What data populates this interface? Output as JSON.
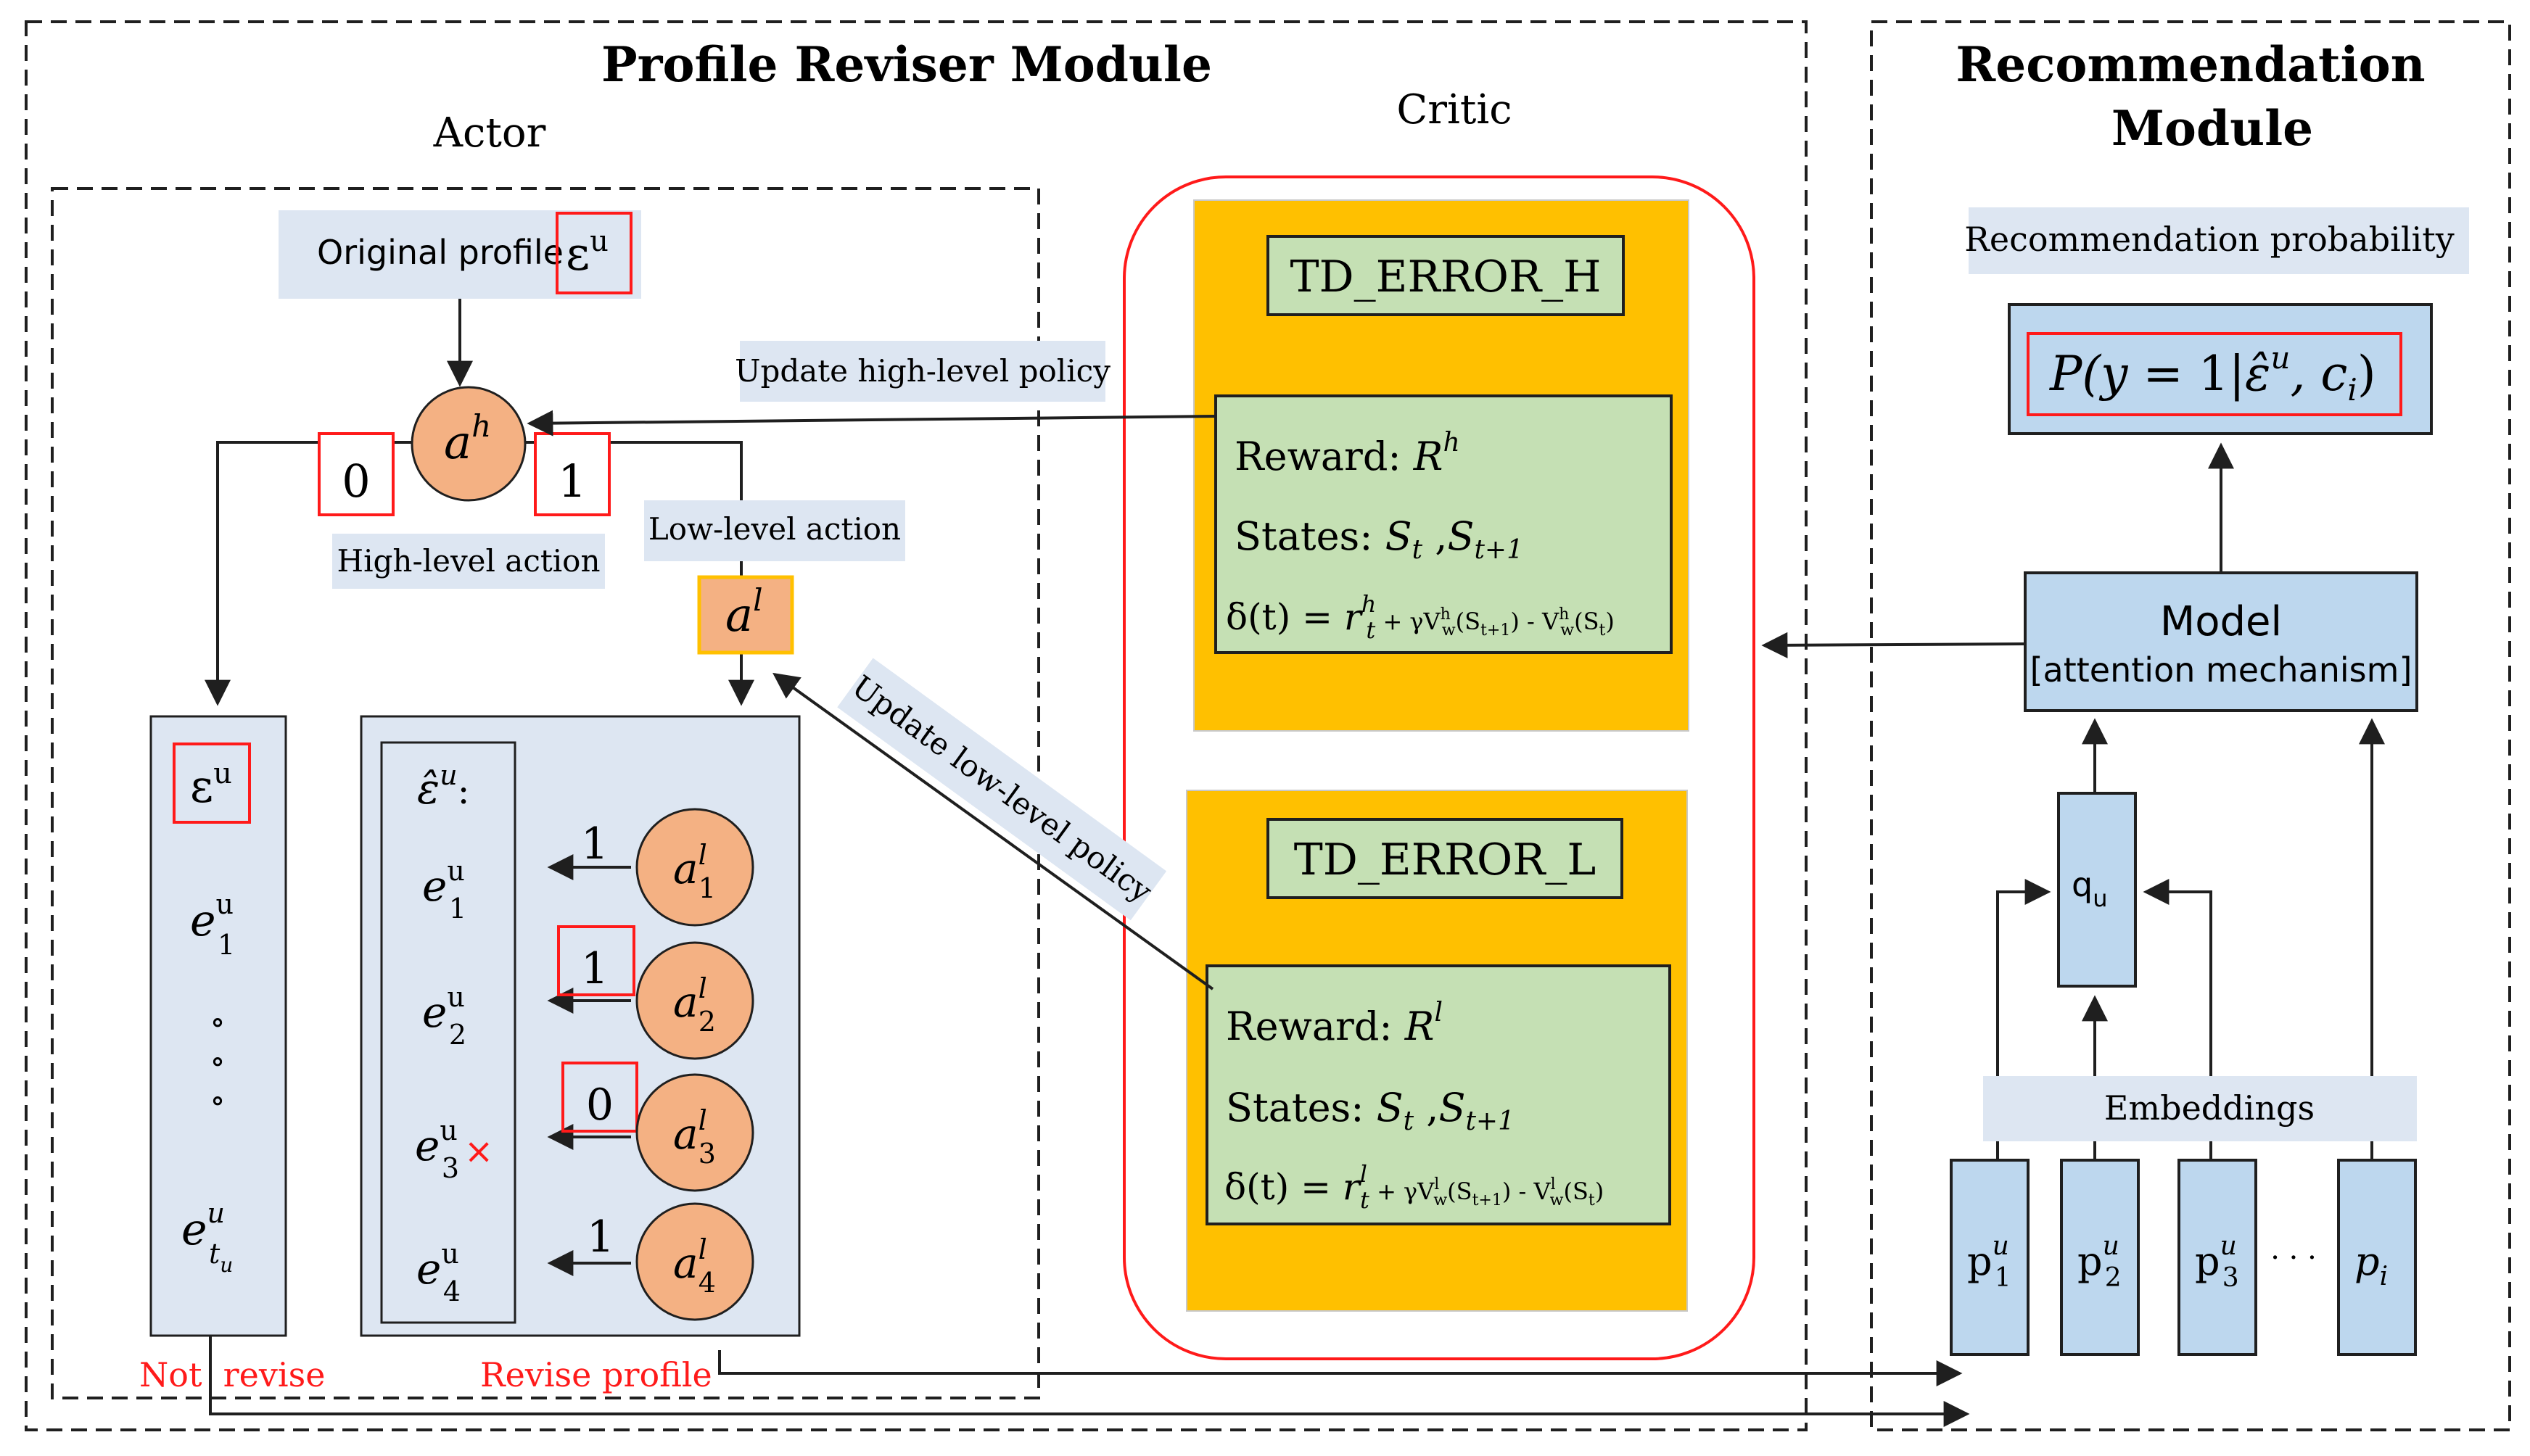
{
  "modules": {
    "reviser_title": "Profile Reviser Module",
    "rec_title_line1": "Recommendation",
    "rec_title_line2": "Module",
    "actor_title": "Actor",
    "critic_title": "Critic"
  },
  "actor": {
    "original_profile_label": "Original profile",
    "original_profile_symbol": "ε",
    "original_profile_sup": "u",
    "high_action_symbol": "a",
    "high_action_sup": "h",
    "branch_zero": "0",
    "branch_one": "1",
    "high_level_action_label": "High-level action",
    "low_level_action_label": "Low-level action",
    "low_action_symbol": "a",
    "low_action_sup": "l",
    "left_column": {
      "header_symbol": "ε",
      "header_sup": "u",
      "e1": "e",
      "e1_sup": "u",
      "e1_sub": "1",
      "dots": [
        "∘",
        "∘",
        "∘"
      ],
      "et": "e",
      "et_sup": "u",
      "et_sub": "t",
      "et_subsub": "u"
    },
    "revised": {
      "header_symbol": "ε̂",
      "header_sup": "u",
      "header_colon": ":",
      "rows": [
        {
          "e": "e",
          "sup": "u",
          "sub": "1",
          "decision": "1",
          "a": "a",
          "a_sup": "l",
          "a_sub": "1"
        },
        {
          "e": "e",
          "sup": "u",
          "sub": "2",
          "decision": "1",
          "a": "a",
          "a_sup": "l",
          "a_sub": "2"
        },
        {
          "e": "e",
          "sup": "u",
          "sub": "3",
          "decision": "0",
          "a": "a",
          "a_sup": "l",
          "a_sub": "3"
        },
        {
          "e": "e",
          "sup": "u",
          "sub": "4",
          "decision": "1",
          "a": "a",
          "a_sup": "l",
          "a_sub": "4"
        }
      ],
      "removed_mark": "×"
    },
    "not_revise_label": "Not  revise",
    "revise_profile_label": "Revise profile"
  },
  "arrows": {
    "update_high": "Update high-level policy",
    "update_low": "Update low-level policy"
  },
  "critic": {
    "td_error_h": "TD_ERROR_H",
    "td_error_l": "TD_ERROR_L",
    "reward_label": "Reward: ",
    "reward_symbol": "R",
    "reward_h_sup": "h",
    "reward_l_sup": "l",
    "states_label": "States: ",
    "states_s": "S",
    "states_t": "t",
    "states_sep": " ,",
    "states_t1": "t+1",
    "delta_h": {
      "lhs": "δ(t) = ",
      "r": "r",
      "r_sup": "h",
      "r_sub": "t",
      "gamma": " + γV",
      "v_sup": "h",
      "v_sub": "w",
      "next": "(S",
      "next_sub": "t+1",
      "close": ")",
      "minus": " - V",
      "cur": "(S",
      "cur_sub": "t",
      "close2": ")"
    },
    "delta_l": {
      "lhs": "δ(t) = ",
      "r": "r",
      "r_sup": "l",
      "r_sub": "t",
      "gamma": " + γV",
      "v_sup": "l",
      "v_sub": "w",
      "next": "(S",
      "next_sub": "t+1",
      "close": ")",
      "minus": " - V",
      "cur": "(S",
      "cur_sub": "t",
      "close2": ")"
    }
  },
  "recommendation": {
    "probability_label": "Recommendation probability",
    "formula_p": "P(",
    "formula_y": "y",
    "formula_eq": " = 1|",
    "formula_eps": "ε̂",
    "formula_sup": "u",
    "formula_c": ", c",
    "formula_c_sub": "i",
    "formula_close": ")",
    "model_line1": "Model",
    "model_line2": "[attention mechanism]",
    "query": "q",
    "query_sub": "u",
    "embeddings": "Embeddings",
    "items": [
      {
        "p": "p",
        "sup": "u",
        "sub": "1"
      },
      {
        "p": "p",
        "sup": "u",
        "sub": "2"
      },
      {
        "p": "p",
        "sup": "u",
        "sub": "3"
      }
    ],
    "ellipsis": "· · ·",
    "last_item": "p",
    "last_item_sub": "i"
  },
  "colors": {
    "light_blue": "#dde6f2",
    "blue_box": "#bdd7ee",
    "orange_circle": "#f4b183",
    "gold": "#ffc000",
    "green": "#c5e0b4",
    "red": "#ff1a1a",
    "dark": "#1f1f1f"
  }
}
